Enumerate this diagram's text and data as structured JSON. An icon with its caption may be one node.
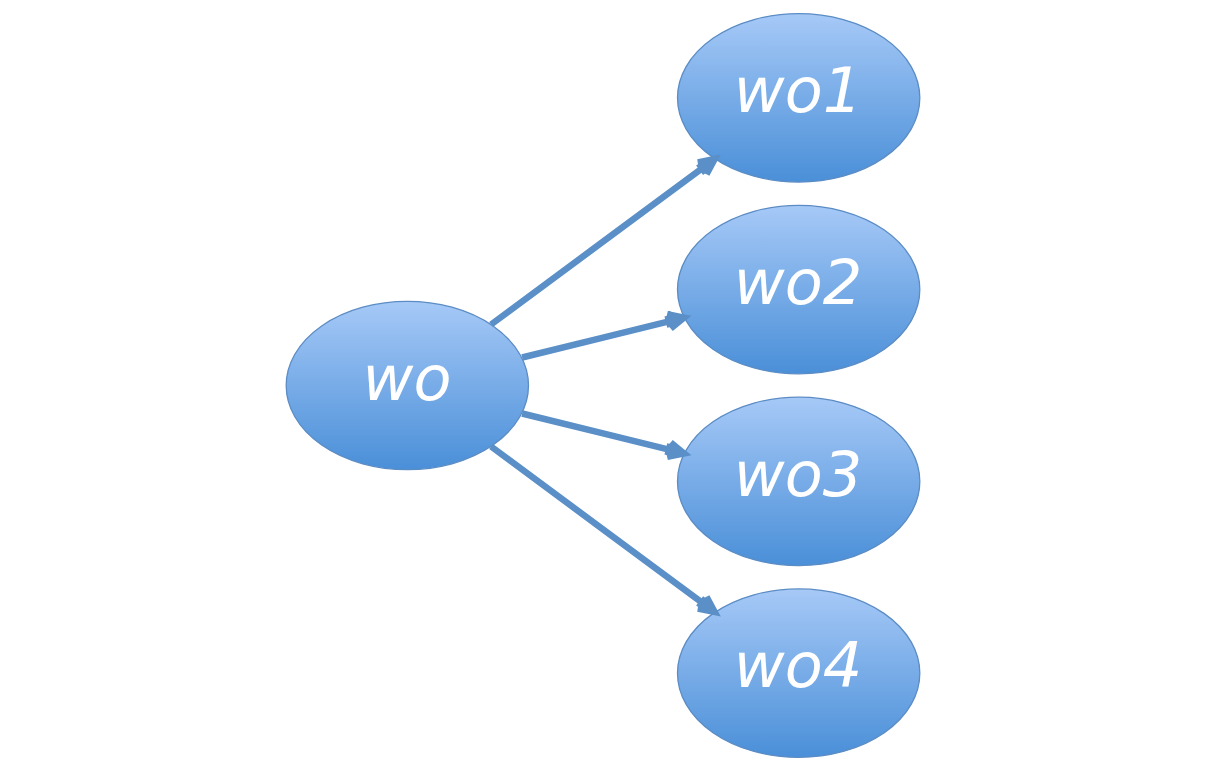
{
  "diagram": {
    "nodes": [
      {
        "text": [
          "wo"
        ]
      },
      {
        "text": [
          "wo1"
        ]
      },
      {
        "text": [
          "wo2"
        ]
      },
      {
        "text": [
          "wo3"
        ]
      },
      {
        "text": [
          "wo4"
        ]
      }
    ],
    "edges": [
      {
        "from": 0,
        "to": 1,
        "arrow": "to"
      },
      {
        "from": 0,
        "to": 2,
        "arrow": "to"
      },
      {
        "from": 0,
        "to": 3,
        "arrow": "to"
      },
      {
        "from": 0,
        "to": 4,
        "arrow": "to"
      }
    ]
  }
}
